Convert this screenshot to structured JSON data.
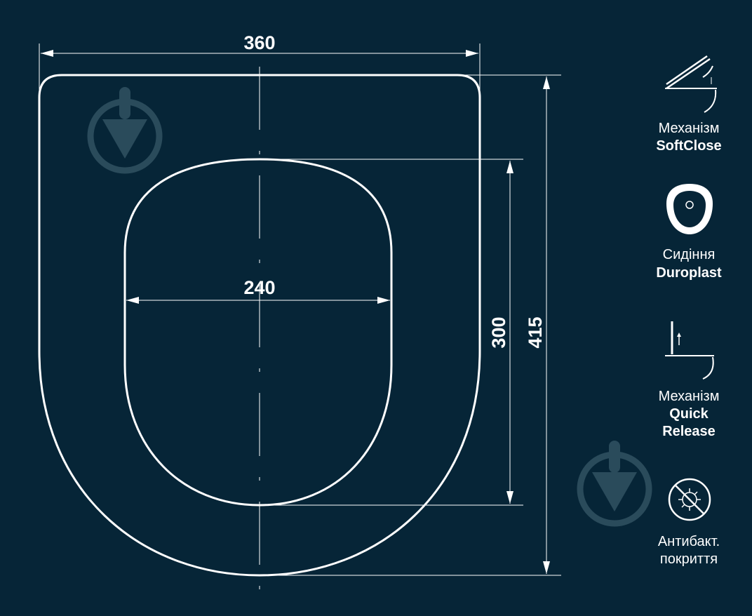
{
  "dimensions": {
    "outer_width": "360",
    "inner_width": "240",
    "inner_height": "300",
    "outer_height": "415"
  },
  "features": [
    {
      "line1": "Механізм",
      "line2": "SoftClose",
      "line3": "",
      "icon": "softclose-hinge-icon"
    },
    {
      "line1": "Сидіння",
      "line2": "Duroplast",
      "line3": "",
      "icon": "seat-ring-icon"
    },
    {
      "line1": "Механізм",
      "line2": "Quick",
      "line3": "Release",
      "icon": "quick-release-icon"
    },
    {
      "line1": "Антибакт.",
      "line2": "покриття",
      "line3": "",
      "icon": "antibacterial-icon"
    }
  ],
  "colors": {
    "background": "#062537",
    "lines": "#ffffff",
    "watermark": "#2f5060"
  }
}
